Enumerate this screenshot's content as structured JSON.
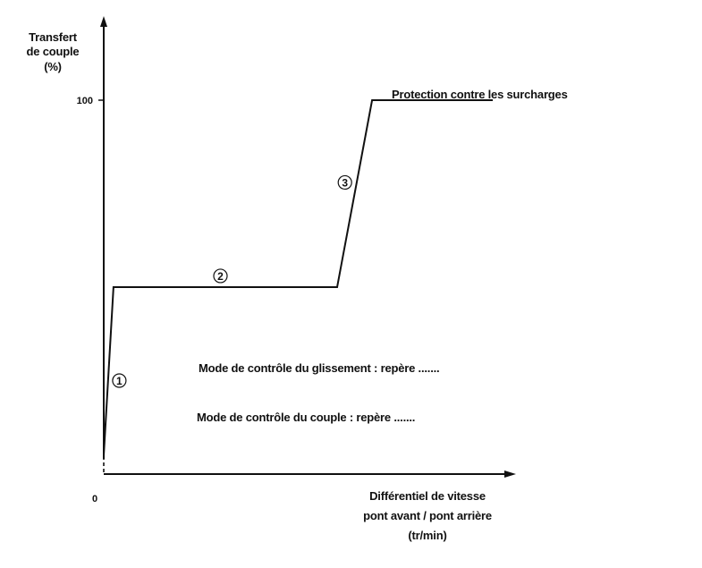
{
  "chart_data": {
    "type": "line",
    "ylabel": [
      "Transfert",
      "de couple",
      "(%)"
    ],
    "xlabel": [
      "Différentiel de vitesse",
      "pont avant / pont arrière",
      "(tr/min)"
    ],
    "origin_label": "0",
    "yticks": [
      {
        "value": 100,
        "label": "100"
      }
    ],
    "xlim": [
      0,
      100
    ],
    "ylim": [
      0,
      100
    ],
    "x_axis_numbered": false,
    "series": [
      {
        "values": [
          {
            "x": 0,
            "y": 5
          },
          {
            "x": 2.5,
            "y": 50
          },
          {
            "x": 60,
            "y": 50
          },
          {
            "x": 69,
            "y": 100
          },
          {
            "x": 100,
            "y": 100
          }
        ]
      }
    ],
    "dashed_segment": {
      "from": {
        "x": 0,
        "y": 0
      },
      "to": {
        "x": 0,
        "y": 5
      }
    },
    "segment_markers": [
      {
        "label": "①",
        "x": 4,
        "y": 25
      },
      {
        "label": "②",
        "x": 30,
        "y": 53
      },
      {
        "label": "③",
        "x": 62,
        "y": 78
      }
    ],
    "annotations": {
      "overload": "Protection contre les surcharges",
      "slip_mode": "Mode de contrôle du glissement : repère .......",
      "torque_mode": "Mode de contrôle du couple : repère ......."
    },
    "colors": {
      "line": "#111111",
      "axis": "#111111",
      "background": "#ffffff"
    }
  }
}
